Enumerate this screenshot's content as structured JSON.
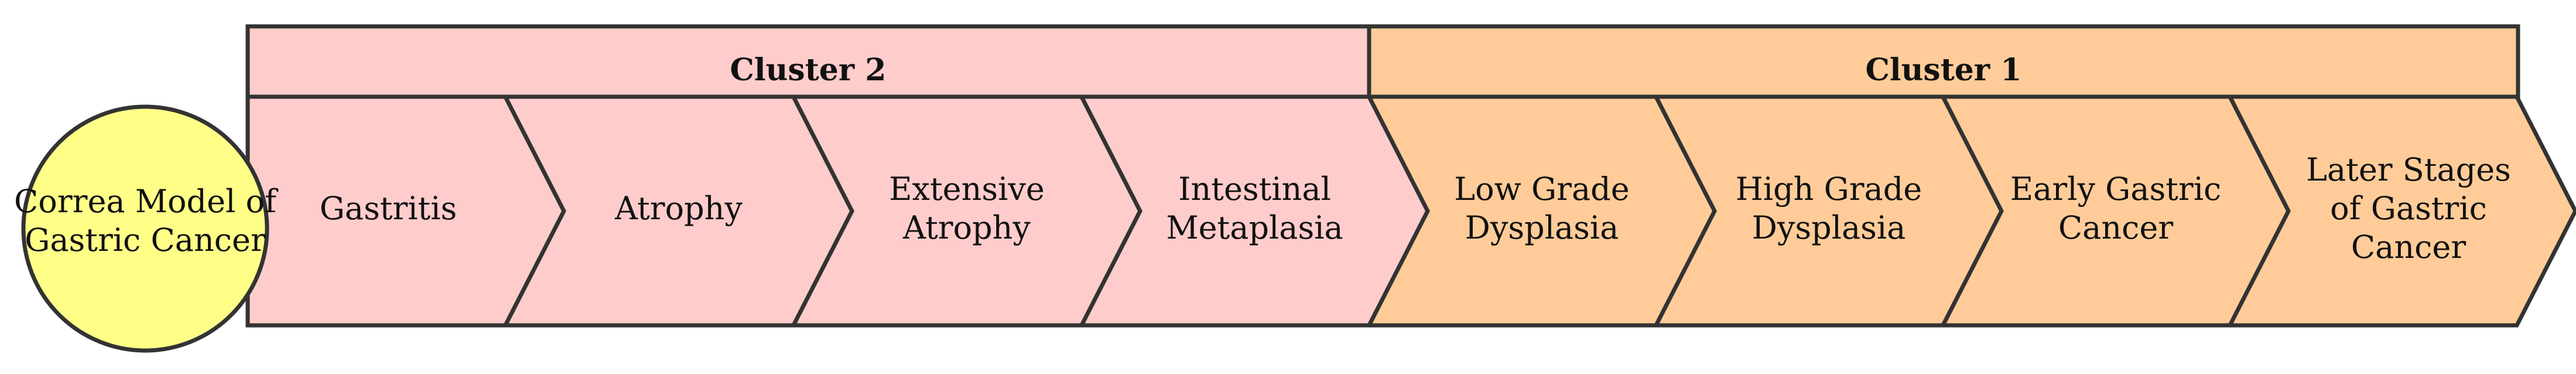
{
  "title_circle": {
    "lines": [
      "Correa Model of",
      "Gastric Cancer"
    ],
    "fill": "#ffff88"
  },
  "clusters": [
    {
      "label": "Cluster 2",
      "fill": "#ffcccc"
    },
    {
      "label": "Cluster 1",
      "fill": "#ffcc99"
    }
  ],
  "stages": [
    {
      "name": "Gastritis",
      "lines": [
        "Gastritis"
      ],
      "cluster": 0
    },
    {
      "name": "Atrophy",
      "lines": [
        "Atrophy"
      ],
      "cluster": 0
    },
    {
      "name": "Extensive Atrophy",
      "lines": [
        "Extensive",
        "Atrophy"
      ],
      "cluster": 0
    },
    {
      "name": "Intestinal Metaplasia",
      "lines": [
        "Intestinal",
        "Metaplasia"
      ],
      "cluster": 0
    },
    {
      "name": "Low Grade Dysplasia",
      "lines": [
        "Low Grade",
        "Dysplasia"
      ],
      "cluster": 1
    },
    {
      "name": "High Grade Dysplasia",
      "lines": [
        "High Grade",
        "Dysplasia"
      ],
      "cluster": 1
    },
    {
      "name": "Early Gastric Cancer",
      "lines": [
        "Early Gastric",
        "Cancer"
      ],
      "cluster": 1
    },
    {
      "name": "Later Stages of Gastric Cancer",
      "lines": [
        "Later Stages",
        "of Gastric",
        "Cancer"
      ],
      "cluster": 1
    }
  ],
  "colors": {
    "stroke": "#333333",
    "text": "#111111"
  }
}
